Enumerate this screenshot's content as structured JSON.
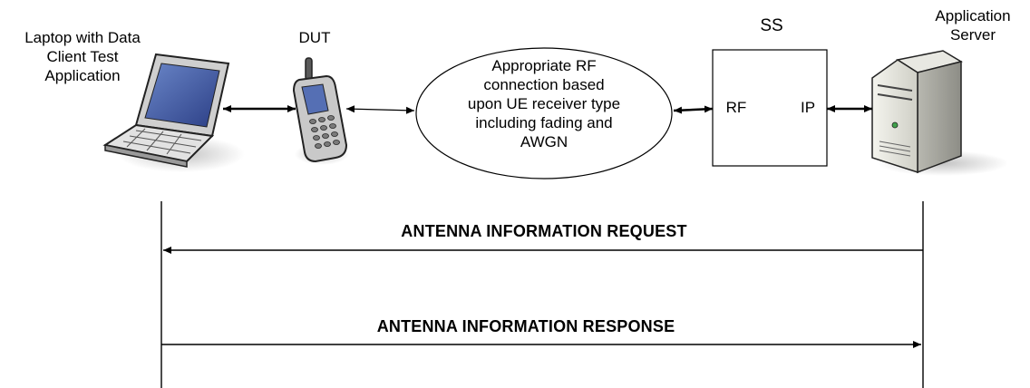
{
  "nodes": {
    "laptop_label": [
      "Laptop with Data",
      "Client Test",
      "Application"
    ],
    "dut_label": "DUT",
    "rf_connection_label": [
      "Appropriate RF",
      "connection based",
      "upon UE receiver type",
      "including fading and",
      "AWGN"
    ],
    "ss_label": "SS",
    "ss_rf_port": "RF",
    "ss_ip_port": "IP",
    "server_label": [
      "Application",
      "Server"
    ]
  },
  "messages": [
    {
      "label": "ANTENNA INFORMATION REQUEST",
      "direction": "server-to-laptop"
    },
    {
      "label": "ANTENNA INFORMATION RESPONSE",
      "direction": "laptop-to-server"
    }
  ]
}
